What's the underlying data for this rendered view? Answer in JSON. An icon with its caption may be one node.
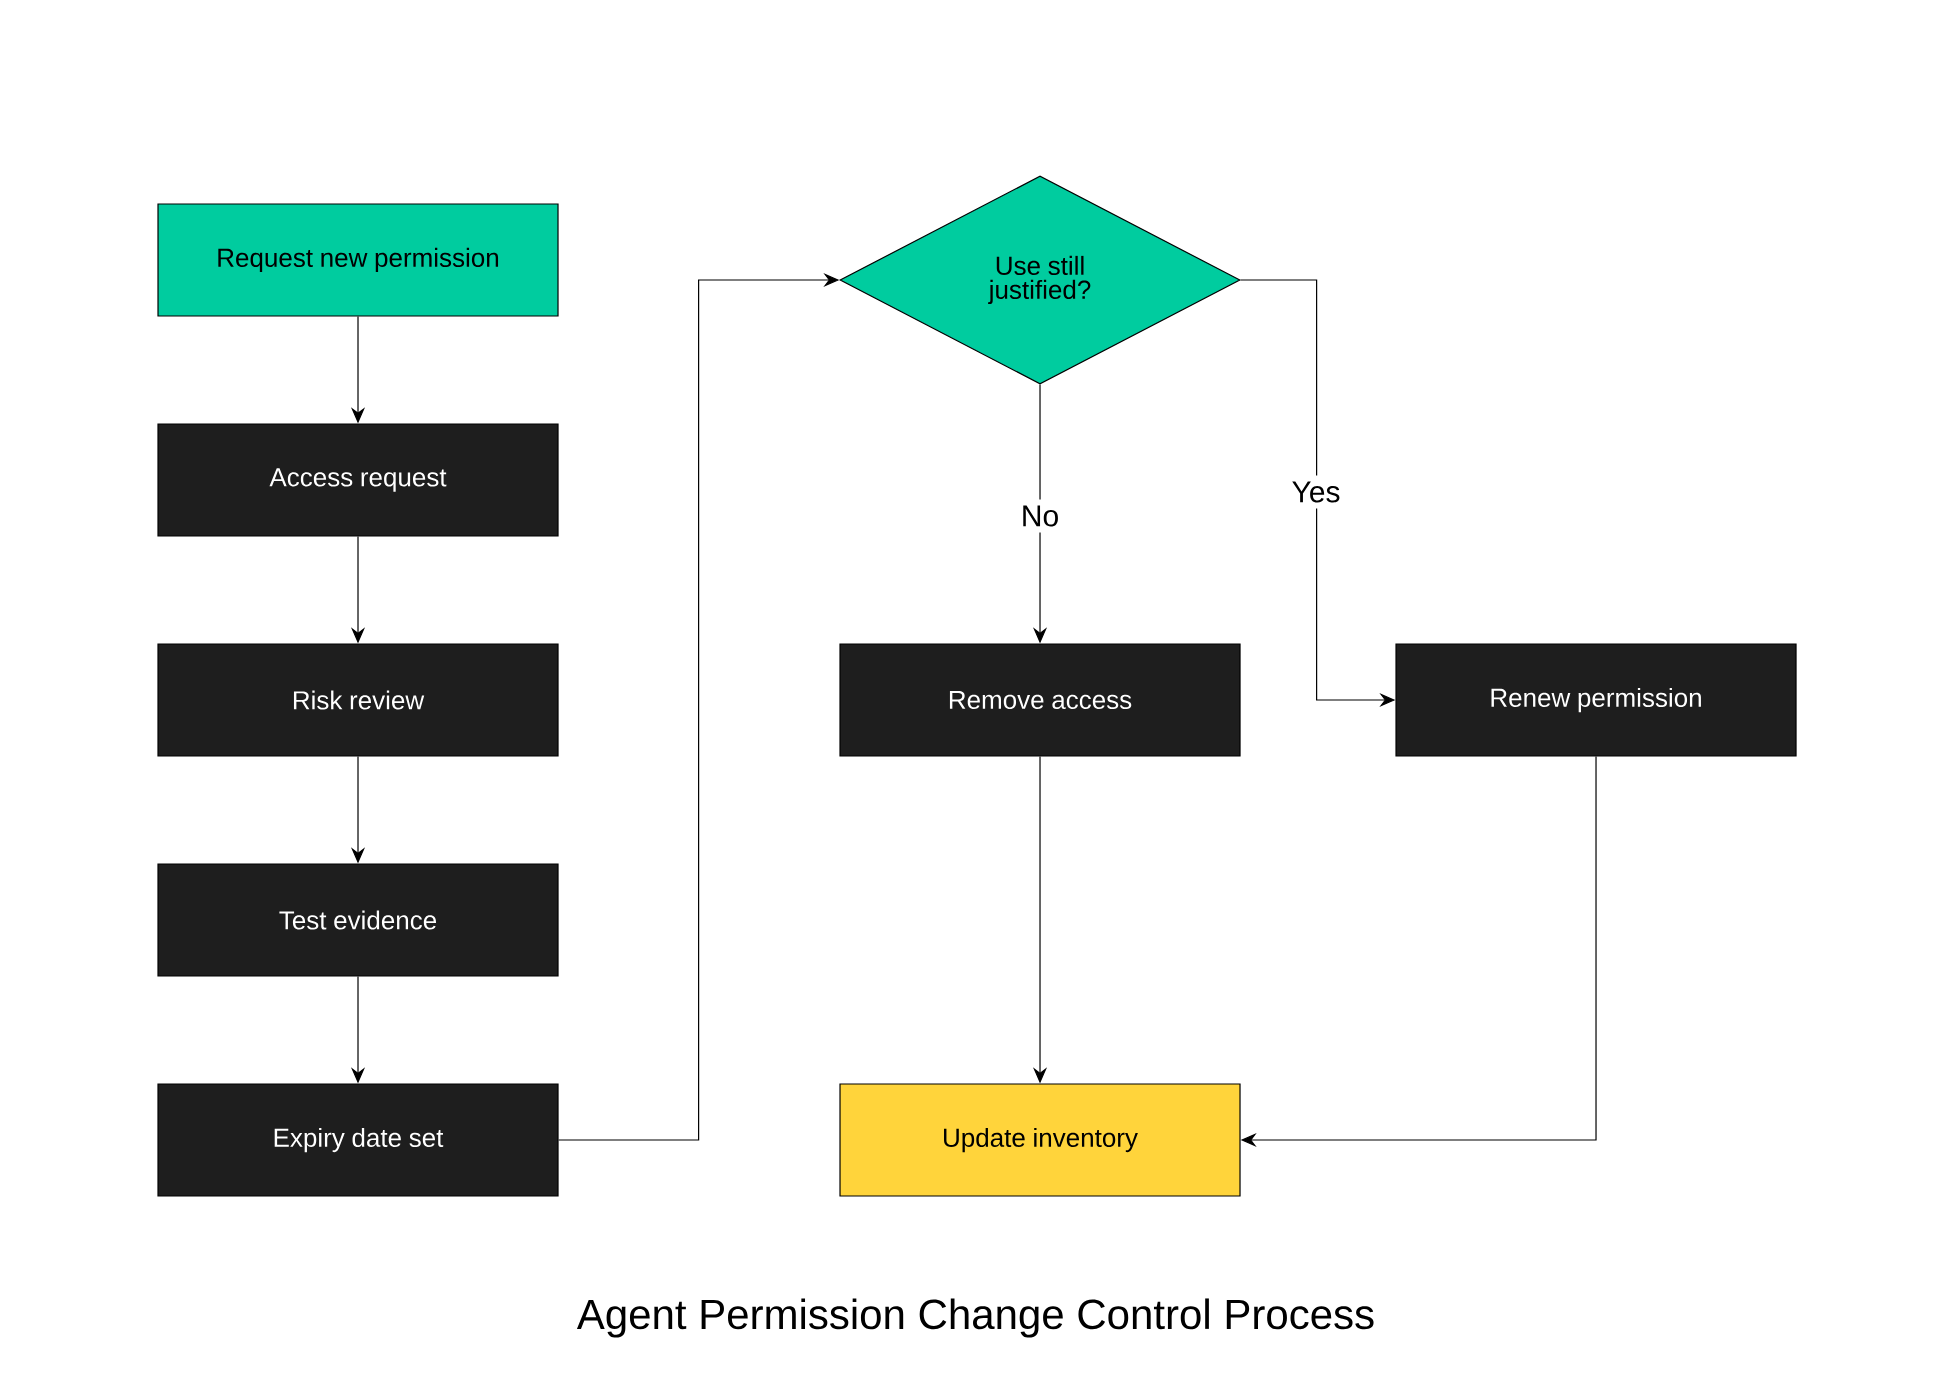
{
  "diagram": {
    "title": "Agent Permission Change Control Process",
    "nodes": [
      {
        "text": [
          "Request new permission"
        ]
      },
      {
        "text": [
          "Access request"
        ]
      },
      {
        "text": [
          "Risk review"
        ]
      },
      {
        "text": [
          "Test evidence"
        ]
      },
      {
        "text": [
          "Expiry date set"
        ]
      },
      {
        "text": [
          "Use still justified?"
        ]
      },
      {
        "text": [
          "Remove access"
        ]
      },
      {
        "text": [
          "Renew permission"
        ]
      },
      {
        "text": [
          "Update inventory"
        ]
      }
    ],
    "edges": [
      {
        "from": 0,
        "to": 1,
        "arrow": "to"
      },
      {
        "from": 1,
        "to": 2,
        "arrow": "to"
      },
      {
        "from": 2,
        "to": 3,
        "arrow": "to"
      },
      {
        "from": 3,
        "to": 4,
        "arrow": "to"
      },
      {
        "from": 4,
        "to": 5,
        "arrow": "to"
      },
      {
        "from": 5,
        "to": 6,
        "arrow": "to",
        "label": "No"
      },
      {
        "from": 5,
        "to": 7,
        "arrow": "to",
        "label": "Yes"
      },
      {
        "from": 6,
        "to": 8,
        "arrow": "to"
      },
      {
        "from": 7,
        "to": 8,
        "arrow": "to"
      }
    ]
  }
}
